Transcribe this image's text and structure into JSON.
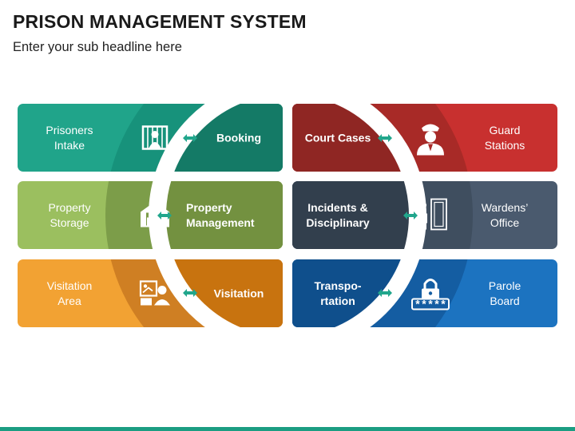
{
  "header": {
    "title": "PRISON MANAGEMENT SYSTEM",
    "subtitle": "Enter your sub headline here"
  },
  "cards": [
    {
      "id": "intake",
      "outer_lines": [
        "Prisoners",
        "Intake"
      ],
      "inner_lines": [
        "Booking"
      ],
      "icon": "prisoner-cell-icon",
      "colors": {
        "outer": "#20a48a",
        "mid": "#17927b",
        "inner": "#147a66"
      }
    },
    {
      "id": "property",
      "outer_lines": [
        "Property",
        "Storage"
      ],
      "inner_lines": [
        "Property",
        "Management"
      ],
      "icon": "warehouse-icon",
      "colors": {
        "outer": "#9bbf5f",
        "mid": "#7c9d49",
        "inner": "#739140"
      }
    },
    {
      "id": "visitation",
      "outer_lines": [
        "Visitation",
        "Area"
      ],
      "inner_lines": [
        "Visitation"
      ],
      "icon": "visitor-board-icon",
      "colors": {
        "outer": "#f2a233",
        "mid": "#cf7f23",
        "inner": "#c8730f"
      }
    },
    {
      "id": "court",
      "outer_lines": [
        "Guard",
        "Stations"
      ],
      "inner_lines": [
        "Court Cases"
      ],
      "icon": "guard-icon",
      "colors": {
        "outer": "#c8302f",
        "mid": "#a82a27",
        "inner": "#8f2623"
      }
    },
    {
      "id": "incidents",
      "outer_lines": [
        "Wardens’",
        "Office"
      ],
      "inner_lines": [
        "Incidents &",
        "Disciplinary"
      ],
      "icon": "warden-door-icon",
      "colors": {
        "outer": "#4a5a6e",
        "mid": "#3f4e5f",
        "inner": "#323f4d"
      }
    },
    {
      "id": "parole",
      "outer_lines": [
        "Parole",
        "Board"
      ],
      "inner_lines": [
        "Transpo-",
        "rtation"
      ],
      "icon": "padlock-password-icon",
      "colors": {
        "outer": "#1c73c0",
        "mid": "#145da2",
        "inner": "#0f4f8c"
      }
    }
  ],
  "arrow_color": "#21a68c"
}
